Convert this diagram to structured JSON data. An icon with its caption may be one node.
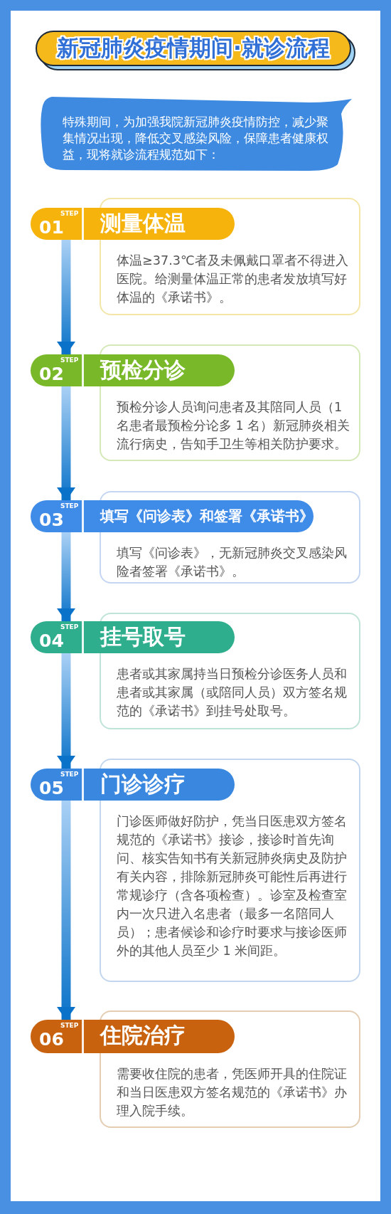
{
  "diagram": {
    "title": "新冠肺炎疫情期间·就诊流程",
    "nodes": [
      {
        "text": [
          "特殊期间，为加强我院新冠肺炎疫情防控，减少聚集情况出现，降低交叉感染风险，保障患者健康权益，现将就诊流程规范如下："
        ]
      },
      {
        "text": [
          "STEP",
          "01",
          "测量体温"
        ]
      },
      {
        "text": [
          "体温≥37.3℃者及未佩戴口罩者不得进入医院。给测量体温正常的患者发放填写好体温的《承诺书》。"
        ]
      },
      {
        "text": [
          "STEP",
          "02",
          "预检分诊"
        ]
      },
      {
        "text": [
          "预检分诊人员询问患者及其陪同人员（1 名患者最预检分论多 1 名）新冠肺炎相关流行病史，告知手卫生等相关防护要求。"
        ]
      },
      {
        "text": [
          "STEP",
          "03",
          "填写《问诊表》和签署《承诺书》"
        ]
      },
      {
        "text": [
          "填写《问诊表》，无新冠肺炎交叉感染风险者签署《承诺书》。"
        ]
      },
      {
        "text": [
          "STEP",
          "04",
          "挂号取号"
        ]
      },
      {
        "text": [
          "患者或其家属持当日预检分诊医务人员和患者或其家属（或陪同人员）双方签名规范的《承诺书》到挂号处取号。"
        ]
      },
      {
        "text": [
          "STEP",
          "05",
          "门诊诊疗"
        ]
      },
      {
        "text": [
          "门诊医师做好防护，凭当日医患双方签名规范的《承诺书》接诊，接诊时首先询问、核实告知书有关新冠肺炎病史及防护有关内容，排除新冠肺炎可能性后再进行常规诊疗（含各项检查）。诊室及检查室内一次只进入名患者（最多一名陪同人员）；患者候诊和诊疗时要求与接诊医师外的其他人员至少 1 米间距。"
        ]
      },
      {
        "text": [
          "STEP",
          "06",
          "住院治疗"
        ]
      },
      {
        "text": [
          "需要收住院的患者，凭医师开具的住院证和当日医患双方签名规范的《承诺书》办理入院手续。"
        ]
      }
    ],
    "edges": [
      {
        "from": 1,
        "to": 3,
        "arrow": "to"
      },
      {
        "from": 3,
        "to": 5,
        "arrow": "to"
      },
      {
        "from": 5,
        "to": 7,
        "arrow": "to"
      },
      {
        "from": 7,
        "to": 9,
        "arrow": "to"
      },
      {
        "from": 9,
        "to": 11,
        "arrow": "to"
      }
    ]
  }
}
